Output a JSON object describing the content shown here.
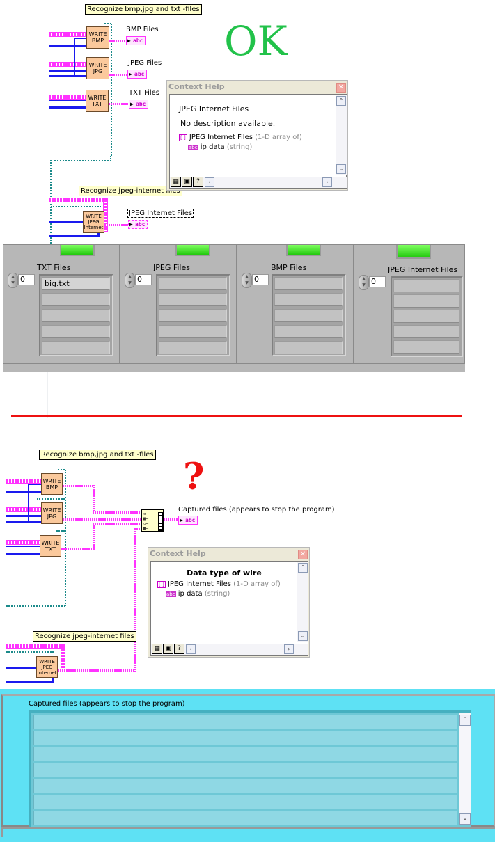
{
  "top_diagram": {
    "label_recognize": "Recognize bmp,jpg and txt -files",
    "label_internet": "Recognize jpeg-internet files",
    "status_text": "OK",
    "status_color": "#22c24a",
    "subvis": [
      {
        "line1": "WRITE",
        "line2": "BMP",
        "line3": ""
      },
      {
        "line1": "WRITE",
        "line2": "JPG",
        "line3": ""
      },
      {
        "line1": "WRITE",
        "line2": "TXT",
        "line3": ""
      },
      {
        "line1": "WRITE",
        "line2": "JPEG",
        "line3": "Internet"
      }
    ],
    "indicators": [
      {
        "label": "BMP Files",
        "glyph": "abc"
      },
      {
        "label": "JPEG Files",
        "glyph": "abc"
      },
      {
        "label": "TXT Files",
        "glyph": "abc"
      },
      {
        "label": "JPEG Internet Files",
        "glyph": "abc"
      }
    ]
  },
  "context_help_top": {
    "title": "Context Help",
    "heading": "JPEG Internet Files",
    "description": "No description available.",
    "type_line1_name": "JPEG Internet Files",
    "type_line1_type": "(1-D array of)",
    "type_line2_name": "ip data",
    "type_line2_type": "(string)",
    "array_icon": "[ ]",
    "string_icon": "abc"
  },
  "front_panel_top": {
    "arrays": [
      {
        "label": "TXT Files",
        "index": "0",
        "items": [
          "big.txt",
          "",
          "",
          "",
          ""
        ]
      },
      {
        "label": "JPEG Files",
        "index": "0",
        "items": [
          "",
          "",
          "",
          "",
          ""
        ]
      },
      {
        "label": "BMP Files",
        "index": "0",
        "items": [
          "",
          "",
          "",
          "",
          ""
        ]
      },
      {
        "label": "JPEG Internet Files",
        "index": "0",
        "items": [
          "",
          "",
          "",
          "",
          ""
        ]
      }
    ],
    "led_color": "#33dd22"
  },
  "divider_color": "#ee1111",
  "bottom_diagram": {
    "label_recognize": "Recognize bmp,jpg and txt -files",
    "label_internet": "Recognize jpeg-internet files",
    "status_text": "?",
    "status_color": "#ee1111",
    "subvis": [
      {
        "line1": "WRITE",
        "line2": "BMP",
        "line3": ""
      },
      {
        "line1": "WRITE",
        "line2": "JPG",
        "line3": ""
      },
      {
        "line1": "WRITE",
        "line2": "TXT",
        "line3": ""
      },
      {
        "line1": "WRITE",
        "line2": "JPEG",
        "line3": "Internet"
      }
    ],
    "indicator": {
      "label": "Captured files (appears to stop the program)",
      "glyph": "abc"
    }
  },
  "context_help_bottom": {
    "title": "Context Help",
    "heading": "Data type of wire",
    "type_line1_name": "JPEG Internet Files",
    "type_line1_type": "(1-D array of)",
    "type_line2_name": "ip data",
    "type_line2_type": "(string)",
    "array_icon": "[ ]",
    "string_icon": "abc"
  },
  "front_panel_bottom": {
    "label": "Captured files (appears to stop the program)",
    "items": [
      "",
      "",
      "",
      "",
      "",
      "",
      ""
    ],
    "bg_color": "#5ee1f4"
  }
}
